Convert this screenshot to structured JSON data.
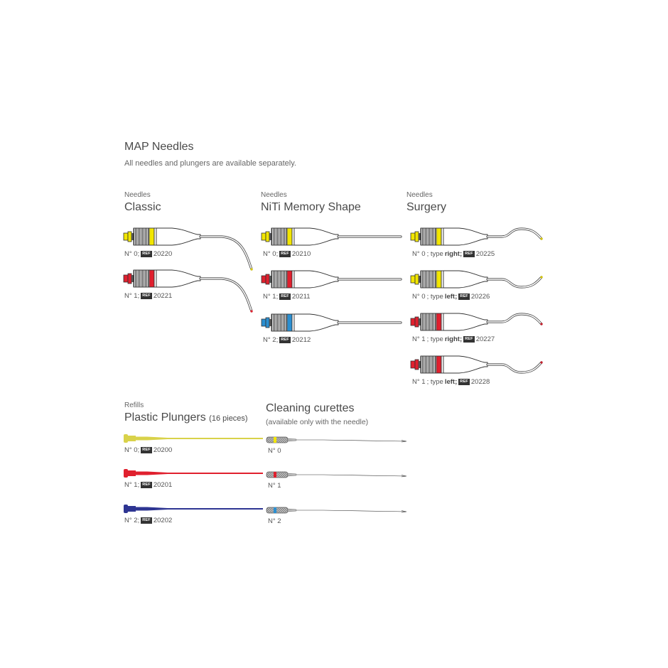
{
  "header": {
    "title": "MAP Needles",
    "subtitle": "All needles and plungers are available separately."
  },
  "ref_label": "REF",
  "columns": {
    "classic": {
      "kicker": "Needles",
      "title": "Classic",
      "items": [
        {
          "no": "N° 0",
          "ref": "20220",
          "color": "#f2e600"
        },
        {
          "no": "N° 1",
          "ref": "20221",
          "color": "#e0202e"
        }
      ]
    },
    "niti": {
      "kicker": "Needles",
      "title": "NiTi Memory Shape",
      "items": [
        {
          "no": "N° 0",
          "ref": "20210",
          "color": "#f2e600"
        },
        {
          "no": "N° 1",
          "ref": "20211",
          "color": "#e0202e"
        },
        {
          "no": "N° 2",
          "ref": "20212",
          "color": "#2b8fd1"
        }
      ]
    },
    "surgery": {
      "kicker": "Needles",
      "title": "Surgery",
      "items": [
        {
          "no": "N° 0",
          "type_prefix": "; type",
          "type": "right",
          "ref": "20225",
          "color": "#f2e600"
        },
        {
          "no": "N° 0",
          "type_prefix": "; type",
          "type": "left",
          "ref": "20226",
          "color": "#f2e600"
        },
        {
          "no": "N° 1",
          "type_prefix": "; type",
          "type": "right",
          "ref": "20227",
          "color": "#e0202e"
        },
        {
          "no": "N° 1",
          "type_prefix": "; type",
          "type": "left",
          "ref": "20228",
          "color": "#e0202e"
        }
      ]
    }
  },
  "plungers": {
    "kicker": "Refills",
    "title": "Plastic Plungers",
    "title_note": "(16 pieces)",
    "items": [
      {
        "no": "N° 0",
        "ref": "20200",
        "color": "#d9d24a"
      },
      {
        "no": "N° 1",
        "ref": "20201",
        "color": "#e0202e"
      },
      {
        "no": "N° 2",
        "ref": "20202",
        "color": "#2e3592"
      }
    ]
  },
  "curettes": {
    "title": "Cleaning curettes",
    "subtitle": "(available only with the needle)",
    "items": [
      {
        "no": "N° 0",
        "color": "#f2e600"
      },
      {
        "no": "N° 1",
        "color": "#e0202e"
      },
      {
        "no": "N° 2",
        "color": "#2b8fd1"
      }
    ]
  }
}
